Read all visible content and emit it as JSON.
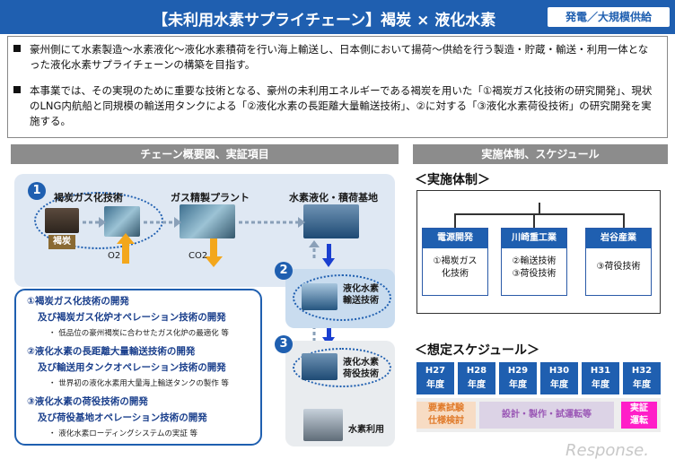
{
  "header": {
    "title": "【未利用水素サプライチェーン】褐炭 × 液化水素",
    "tag": "発電／大規模供給"
  },
  "intro": {
    "bullet1": "豪州側にて水素製造～水素液化～液化水素積荷を行い海上輸送し、日本側において揚荷～供給を行う製造・貯蔵・輸送・利用一体となった液化水素サプライチェーンの構築を目指す。",
    "bullet2": "本事業では、その実現のために重要な技術となる、豪州の未利用エネルギーである褐炭を用いた「①褐炭ガス化技術の研究開発」、現状のLNG内航船と同規模の輸送用タンクによる「②液化水素の長距離大量輸送技術」、②に対する「③液化水素荷役技術」の研究開発を実施する。"
  },
  "sections": {
    "left": "チェーン概要図、実証項目",
    "right": "実施体制、スケジュール"
  },
  "diagram": {
    "num1": "1",
    "num2": "2",
    "num3": "3",
    "gasification": "褐炭ガス化技術",
    "refinery": "ガス精製プラント",
    "liquefaction_base": "水素液化・積荷基地",
    "coal": "褐炭",
    "o2": "O2",
    "co2": "CO2",
    "transport": "液化水素\n輸送技術",
    "cargo": "液化水素\n荷役技術",
    "hydrogen_use": "水素利用"
  },
  "items": [
    {
      "title": "①褐炭ガス化技術の開発",
      "title2": "及び褐炭ガス化炉オペレーション技術の開発",
      "sub": "・ 低品位の豪州褐炭に合わせたガス化炉の最適化 等"
    },
    {
      "title": "②液化水素の長距離大量輸送技術の開発",
      "title2": "及び輸送用タンクオペレーション技術の開発",
      "sub": "・ 世界初の液化水素用大量海上輸送タンクの製作 等"
    },
    {
      "title": "③液化水素の荷役技術の開発",
      "title2": "及び荷役基地オペレーション技術の開発",
      "sub": "・ 液化水素ローディングシステムの実証 等"
    }
  ],
  "impl": {
    "title": "＜実施体制＞",
    "orgs": [
      {
        "name": "電源開発",
        "role": "①褐炭ガス\n化技術"
      },
      {
        "name": "川崎重工業",
        "role": "②輸送技術\n③荷役技術"
      },
      {
        "name": "岩谷産業",
        "role": "③荷役技術"
      }
    ]
  },
  "schedule": {
    "title": "＜想定スケジュール＞",
    "years": [
      "H27\n年度",
      "H28\n年度",
      "H29\n年度",
      "H30\n年度",
      "H31\n年度",
      "H32\n年度"
    ],
    "phase1": "要素試験\n仕様検討",
    "phase2": "設計・製作・試運転等",
    "phase3": "実証\n運転"
  },
  "watermark": "Response."
}
